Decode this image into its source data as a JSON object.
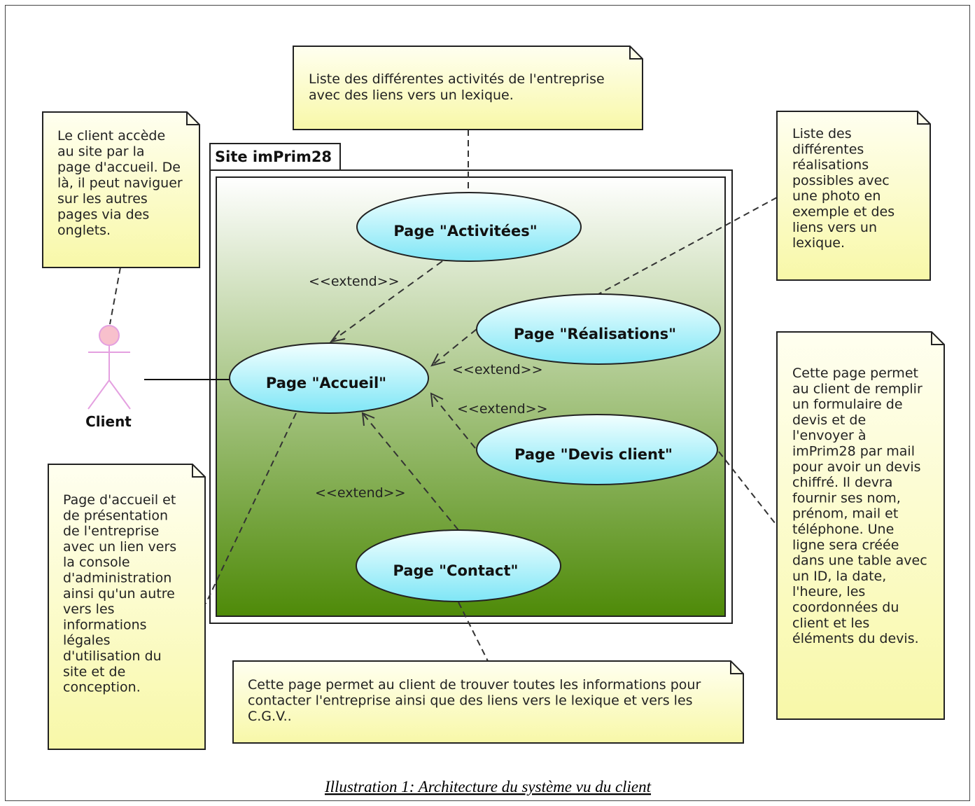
{
  "colors": {
    "note_fill_top": "#fffff0",
    "note_fill_bottom": "#f8f8a8",
    "usecase_fill_top": "#f2ffff",
    "usecase_fill_bottom": "#7fe6f6",
    "system_fill_top": "#ffffff",
    "system_fill_bottom": "#4e8a08",
    "actor_stroke": "#e4a0e0",
    "actor_head_fill": "#f8c0cc"
  },
  "system": {
    "label": "Site imPrim28"
  },
  "actor": {
    "label": "Client"
  },
  "use_cases": {
    "activites": "Page \"Activitées\"",
    "realisations": "Page \"Réalisations\"",
    "accueil": "Page \"Accueil\"",
    "devis": "Page \"Devis client\"",
    "contact": "Page \"Contact\""
  },
  "stereotypes": {
    "activites": "<<extend>>",
    "realisations": "<<extend>>",
    "devis": "<<extend>>",
    "contact": "<<extend>>"
  },
  "notes": {
    "activites": [
      "Liste des différentes activités de l'entreprise",
      "avec des liens vers un lexique."
    ],
    "client": [
      "Le client accède",
      "au site par la",
      "page d'accueil. De",
      "là, il peut naviguer",
      "sur les autres",
      "pages via des",
      "onglets."
    ],
    "realisations": [
      "Liste des",
      "différentes",
      "réalisations",
      "possibles avec",
      "une photo en",
      "exemple et des",
      "liens vers un",
      "lexique."
    ],
    "devis": [
      "Cette page permet",
      "au client de remplir",
      "un formulaire de",
      "devis et de",
      "l'envoyer à",
      "imPrim28 par mail",
      "pour avoir un devis",
      "chiffré. Il devra",
      "fournir ses nom,",
      "prénom, mail et",
      "téléphone. Une",
      "ligne sera créée",
      "dans une table avec",
      "un ID, la date,",
      "l'heure, les",
      "coordonnées du",
      "client et les",
      "éléments du devis."
    ],
    "accueil": [
      "Page d'accueil et",
      "de présentation",
      "de l'entreprise",
      "avec un lien vers",
      "la console",
      "d'administration",
      "ainsi qu'un autre",
      "vers les",
      "informations",
      "légales",
      "d'utilisation du",
      "site et de",
      "conception."
    ],
    "contact": [
      "Cette page permet au client de trouver toutes les informations pour",
      "contacter l'entreprise ainsi que des liens vers le lexique et vers les",
      "C.G.V.."
    ]
  },
  "caption": "Illustration 1: Architecture du système vu du client"
}
